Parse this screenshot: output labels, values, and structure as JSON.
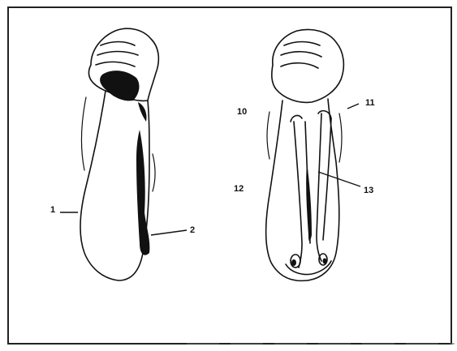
{
  "figure": {
    "labels": {
      "l1": "1",
      "l2": "2",
      "l10": "10",
      "l11": "11",
      "l12": "12",
      "l13": "13"
    },
    "colors": {
      "ink": "#111111",
      "background": "#ffffff",
      "frame": "#222222"
    }
  }
}
